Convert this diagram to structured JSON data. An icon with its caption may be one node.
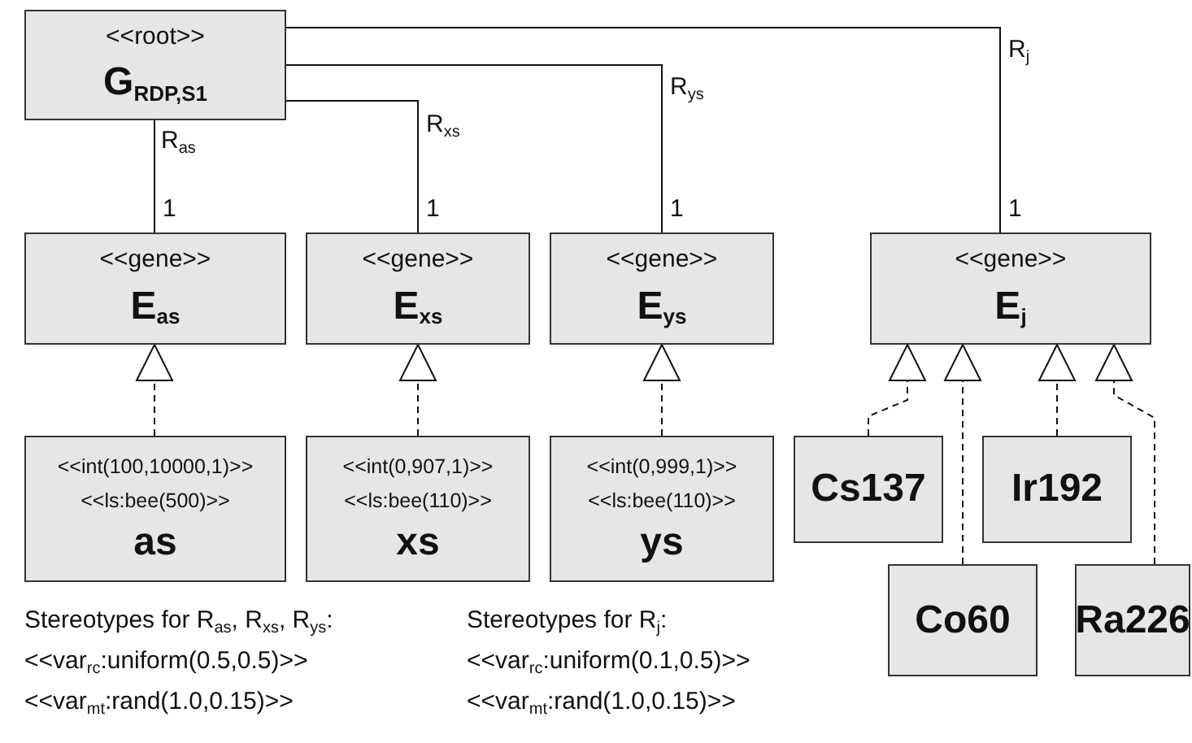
{
  "diagram": {
    "nodes": [
      {
        "text": [
          "<<root>>",
          "G$_{RDP,S1}$"
        ]
      },
      {
        "text": [
          "<<gene>>",
          "E$_{as}$"
        ]
      },
      {
        "text": [
          "<<gene>>",
          "E$_{xs}$"
        ]
      },
      {
        "text": [
          "<<gene>>",
          "E$_{ys}$"
        ]
      },
      {
        "text": [
          "<<gene>>",
          "E$_{j}$"
        ]
      },
      {
        "text": [
          "<<int(100,10000,1)>>",
          "<<ls:bee(500)>>",
          "as"
        ]
      },
      {
        "text": [
          "<<int(0,907,1)>>",
          "<<ls:bee(110)>>",
          "xs"
        ]
      },
      {
        "text": [
          "<<int(0,999,1)>>",
          "<<ls:bee(110)>>",
          "ys"
        ]
      },
      {
        "text": [
          "Cs137"
        ]
      },
      {
        "text": [
          "Ir192"
        ]
      },
      {
        "text": [
          "Co60"
        ]
      },
      {
        "text": [
          "Ra226"
        ]
      }
    ],
    "edges": [
      {
        "from": 0,
        "to": 1,
        "arrow": "none",
        "label": "R$_{as}$"
      },
      {
        "from": 0,
        "to": 2,
        "arrow": "none",
        "label": "R$_{xs}$"
      },
      {
        "from": 0,
        "to": 3,
        "arrow": "none",
        "label": "R$_{ys}$"
      },
      {
        "from": 0,
        "to": 4,
        "arrow": "none",
        "label": "R$_{j}$"
      },
      {
        "from": 5,
        "to": 1,
        "arrow": "to",
        "style": "dashed"
      },
      {
        "from": 6,
        "to": 2,
        "arrow": "to",
        "style": "dashed"
      },
      {
        "from": 7,
        "to": 3,
        "arrow": "to",
        "style": "dashed"
      },
      {
        "from": 8,
        "to": 4,
        "arrow": "to",
        "style": "dashed"
      },
      {
        "from": 10,
        "to": 4,
        "arrow": "to",
        "style": "dashed"
      },
      {
        "from": 9,
        "to": 4,
        "arrow": "to",
        "style": "dashed"
      },
      {
        "from": 11,
        "to": 4,
        "arrow": "to",
        "style": "dashed"
      }
    ],
    "labels": [
      "1",
      "1",
      "1",
      "1",
      "Stereotypes for R$_{as}$, R$_{xs}$, R$_{ys}$:",
      "<<var$_{rc}$:uniform(0.5,0.5)>>",
      "<<var$_{mt}$:rand(1.0,0.15)>>",
      "Stereotypes for R$_{j}$:",
      "<<var$_{rc}$:uniform(0.1,0.5)>>",
      "<<var$_{mt}$:rand(1.0,0.15)>>"
    ]
  }
}
